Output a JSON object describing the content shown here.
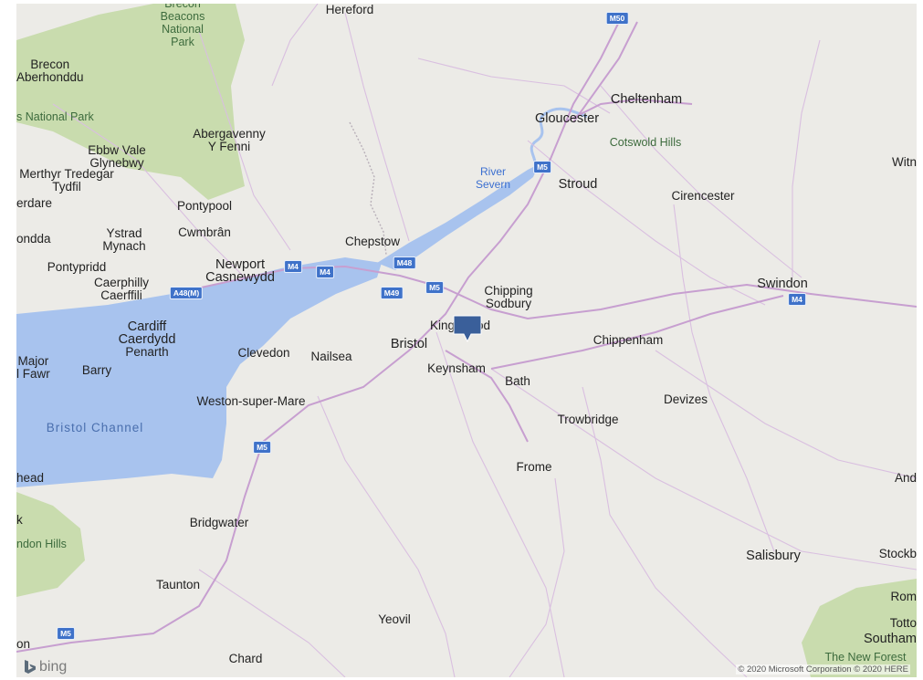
{
  "map": {
    "attribution": "© 2020 Microsoft Corporation © 2020 HERE",
    "brand": "bing",
    "pin": {
      "name": "Kingswood"
    },
    "colors": {
      "land": "#ecebe7",
      "water": "#a8c3ee",
      "park": "#c9dcae",
      "road": "#cfa7d6",
      "motorway": "#b88bc0",
      "pin": "#3a5f9a"
    },
    "labels": [
      {
        "id": "brecon-beacons-national-park",
        "text": "Brecon\nBeacons\nNational\nPark",
        "kind": "park"
      },
      {
        "id": "hereford",
        "text": "Hereford",
        "kind": "town"
      },
      {
        "id": "brecon",
        "text": "Brecon\nAberhonddu",
        "kind": "town"
      },
      {
        "id": "national-park",
        "text": "s National Park",
        "kind": "park"
      },
      {
        "id": "abergavenny",
        "text": "Abergavenny\nY Fenni",
        "kind": "town"
      },
      {
        "id": "ebbw-vale",
        "text": "Ebbw Vale\nGlynebwy",
        "kind": "town"
      },
      {
        "id": "merthyr-tydfil",
        "text": "Merthyr Tredegar\nTydfil",
        "kind": "town"
      },
      {
        "id": "aberdare",
        "text": "erdare",
        "kind": "town"
      },
      {
        "id": "pontypool",
        "text": "Pontypool",
        "kind": "town"
      },
      {
        "id": "cwmbran",
        "text": "Cwmbrân",
        "kind": "town"
      },
      {
        "id": "rhondda",
        "text": "ondda",
        "kind": "town"
      },
      {
        "id": "ystrad-mynach",
        "text": "Ystrad\nMynach",
        "kind": "town"
      },
      {
        "id": "pontypridd",
        "text": "Pontypridd",
        "kind": "town"
      },
      {
        "id": "newport",
        "text": "Newport\nCasnewydd",
        "kind": "city"
      },
      {
        "id": "caerphilly",
        "text": "Caerphilly\nCaerffili",
        "kind": "town"
      },
      {
        "id": "cardiff",
        "text": "Cardiff\nCaerdydd",
        "kind": "city"
      },
      {
        "id": "penarth",
        "text": "Penarth",
        "kind": "town"
      },
      {
        "id": "llantwit-major",
        "text": "Major\nl Fawr",
        "kind": "town"
      },
      {
        "id": "barry",
        "text": "Barry",
        "kind": "town"
      },
      {
        "id": "clevedon",
        "text": "Clevedon",
        "kind": "town"
      },
      {
        "id": "nailsea",
        "text": "Nailsea",
        "kind": "town"
      },
      {
        "id": "bristol",
        "text": "Bristol",
        "kind": "city"
      },
      {
        "id": "kingswood",
        "text": "Kingswood",
        "kind": "town"
      },
      {
        "id": "keynsham",
        "text": "Keynsham",
        "kind": "town"
      },
      {
        "id": "bath",
        "text": "Bath",
        "kind": "town"
      },
      {
        "id": "chepstow",
        "text": "Chepstow",
        "kind": "town"
      },
      {
        "id": "chipping-sodbury",
        "text": "Chipping\nSodbury",
        "kind": "town"
      },
      {
        "id": "cheltenham",
        "text": "Cheltenham",
        "kind": "city"
      },
      {
        "id": "gloucester",
        "text": "Gloucester",
        "kind": "city"
      },
      {
        "id": "cotswold-hills",
        "text": "Cotswold Hills",
        "kind": "park"
      },
      {
        "id": "river-severn",
        "text": "River\nSevern",
        "kind": "water"
      },
      {
        "id": "stroud",
        "text": "Stroud",
        "kind": "city"
      },
      {
        "id": "cirencester",
        "text": "Cirencester",
        "kind": "town"
      },
      {
        "id": "witney",
        "text": "Witn",
        "kind": "town"
      },
      {
        "id": "swindon",
        "text": "Swindon",
        "kind": "city"
      },
      {
        "id": "chippenham",
        "text": "Chippenham",
        "kind": "town"
      },
      {
        "id": "devizes",
        "text": "Devizes",
        "kind": "town"
      },
      {
        "id": "trowbridge",
        "text": "Trowbridge",
        "kind": "town"
      },
      {
        "id": "weston-super-mare",
        "text": "Weston-super-Mare",
        "kind": "town"
      },
      {
        "id": "bristol-channel",
        "text": "Bristol Channel",
        "kind": "sea"
      },
      {
        "id": "frome",
        "text": "Frome",
        "kind": "town"
      },
      {
        "id": "minehead",
        "text": "head",
        "kind": "town"
      },
      {
        "id": "andover",
        "text": "And",
        "kind": "town"
      },
      {
        "id": "exmoor",
        "text": "k",
        "kind": "town"
      },
      {
        "id": "brendon-hills",
        "text": "ndon Hills",
        "kind": "park"
      },
      {
        "id": "bridgwater",
        "text": "Bridgwater",
        "kind": "town"
      },
      {
        "id": "stockbridge",
        "text": "Stockb",
        "kind": "town"
      },
      {
        "id": "salisbury",
        "text": "Salisbury",
        "kind": "city"
      },
      {
        "id": "taunton",
        "text": "Taunton",
        "kind": "town"
      },
      {
        "id": "romsey",
        "text": "Rom",
        "kind": "town"
      },
      {
        "id": "totton",
        "text": "Totto",
        "kind": "town"
      },
      {
        "id": "southampton",
        "text": "Southam",
        "kind": "city"
      },
      {
        "id": "yeovil",
        "text": "Yeovil",
        "kind": "town"
      },
      {
        "id": "tiverton",
        "text": "on",
        "kind": "town"
      },
      {
        "id": "chard",
        "text": "Chard",
        "kind": "town"
      },
      {
        "id": "new-forest",
        "text": "The New Forest",
        "kind": "park"
      }
    ],
    "shields": [
      {
        "id": "m50-shield",
        "text": "M50"
      },
      {
        "id": "m5-gloucester-shield",
        "text": "M5"
      },
      {
        "id": "m48-shield",
        "text": "M48"
      },
      {
        "id": "m4-newport-shield",
        "text": "M4"
      },
      {
        "id": "m4-severn-shield",
        "text": "M4"
      },
      {
        "id": "m5-bristol-shield",
        "text": "M5"
      },
      {
        "id": "m49-shield",
        "text": "M49"
      },
      {
        "id": "a48m-shield",
        "text": "A48(M)"
      },
      {
        "id": "m4-swindon-shield",
        "text": "M4"
      },
      {
        "id": "m5-weston-shield",
        "text": "M5"
      },
      {
        "id": "m5-tiverton-shield",
        "text": "M5"
      }
    ]
  }
}
